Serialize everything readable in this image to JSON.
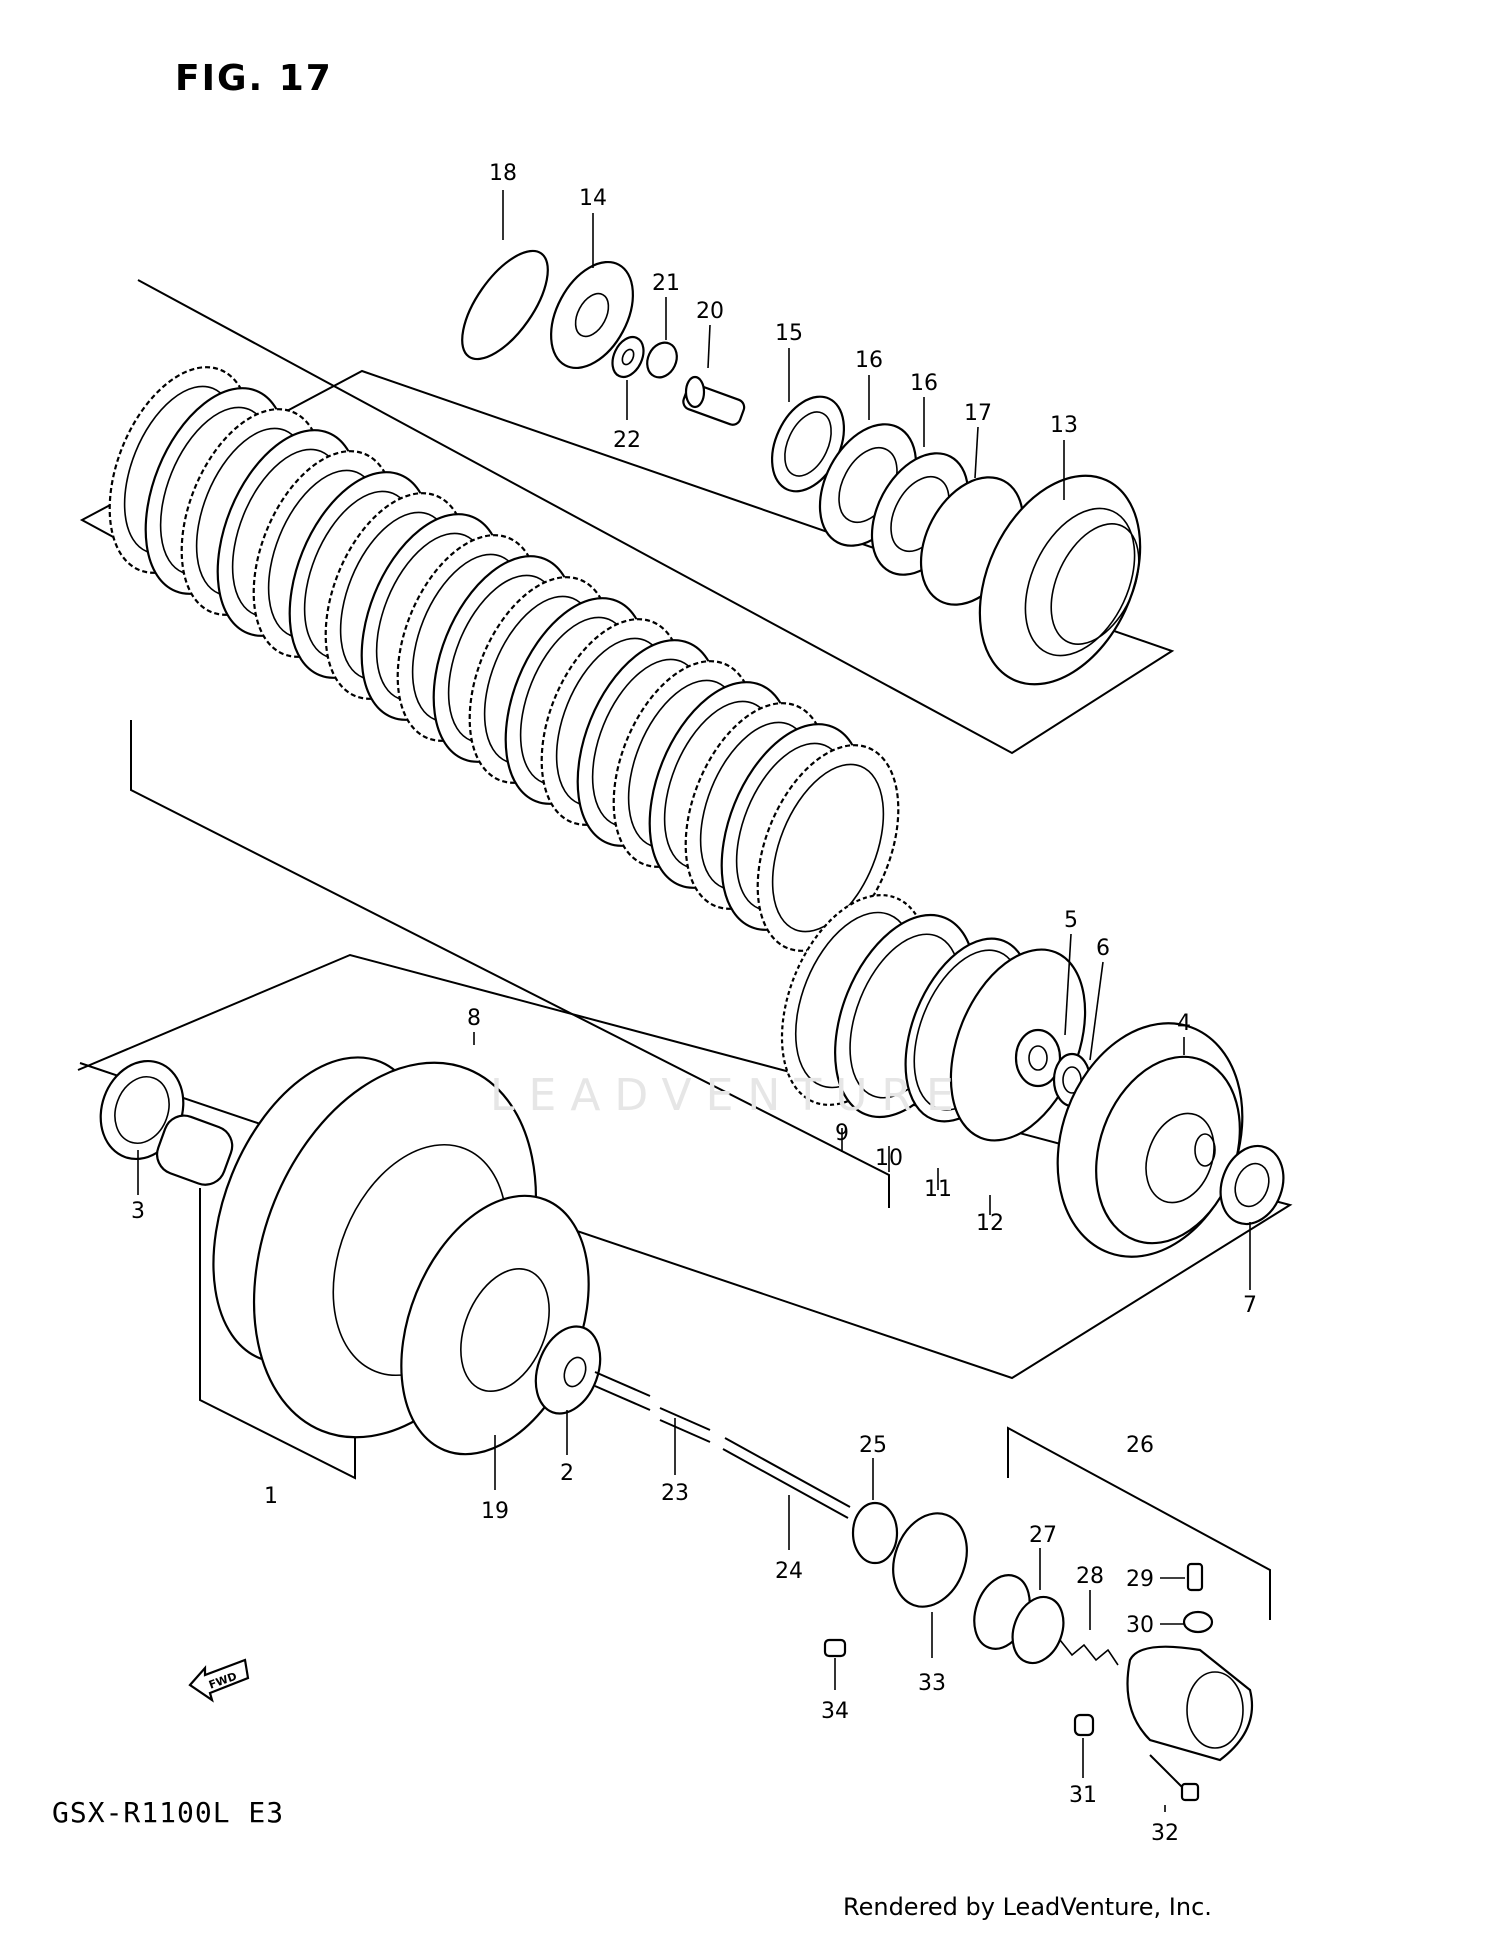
{
  "figure": {
    "title": "FIG. 17"
  },
  "footer": {
    "model": "GSX-R1100L E3",
    "credit": "Rendered by LeadVenture, Inc."
  },
  "watermark": "LEADVENTURE",
  "direction_arrow": {
    "label": "FWD",
    "icon": "fwd-arrow-icon"
  },
  "callouts": {
    "c1": "1",
    "c2": "2",
    "c3": "3",
    "c4": "4",
    "c5": "5",
    "c6": "6",
    "c7": "7",
    "c8": "8",
    "c9": "9",
    "c10": "10",
    "c11": "11",
    "c12": "12",
    "c13": "13",
    "c14": "14",
    "c15": "15",
    "c16a": "16",
    "c16b": "16",
    "c17": "17",
    "c18": "18",
    "c19": "19",
    "c20": "20",
    "c21": "21",
    "c22": "22",
    "c23": "23",
    "c24": "24",
    "c25": "25",
    "c26": "26",
    "c27": "27",
    "c28": "28",
    "c29": "29",
    "c30": "30",
    "c31": "31",
    "c32": "32",
    "c33": "33",
    "c34": "34"
  },
  "parts_drawn": [
    "circlip",
    "pressure-plate-bearing",
    "bearing",
    "washer",
    "lifter-pin",
    "release-cylinder-sleeve",
    "washer",
    "washer",
    "spring-ring",
    "pressure-plate",
    "clutch-plate-stack",
    "judder-spring",
    "spring-seat",
    "clutch-sleeve-hub",
    "needle-bearing",
    "primary-driven-gear",
    "spacer",
    "starter-gear",
    "push-rod",
    "push-rod-long",
    "oil-seal",
    "cover",
    "release-cylinder"
  ]
}
